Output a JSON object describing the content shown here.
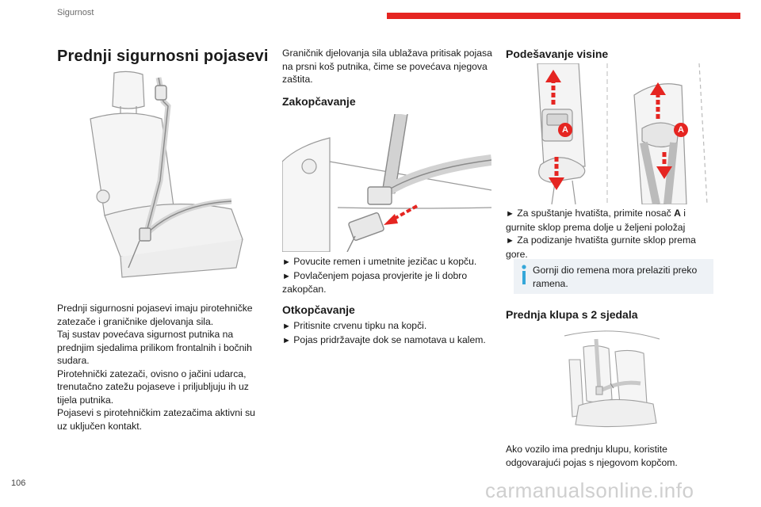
{
  "header": {
    "section": "Sigurnost"
  },
  "page_number": "106",
  "watermark": "carmanualsonline.info",
  "col1": {
    "title": "Prednji sigurnosni pojasevi",
    "body": [
      "Prednji sigurnosni pojasevi imaju pirotehničke zatezače i graničnike djelovanja sila.",
      "Taj sustav povećava sigurnost putnika na prednjim sjedalima prilikom frontalnih i bočnih sudara.",
      "Pirotehnički zatezači, ovisno o jačini udarca, trenutačno zatežu pojaseve i priljubljuju ih uz tijela putnika.",
      "Pojasevi s pirotehničkim zatezačima aktivni su uz uključen kontakt."
    ]
  },
  "col2": {
    "intro": "Graničnik djelovanja sila ublažava pritisak pojasa na prsni koš putnika, čime se povećava njegova zaštita.",
    "fastening": {
      "heading": "Zakopčavanje",
      "steps": [
        "Povucite remen i umetnite jezičac u kopču.",
        "Povlačenjem pojasa provjerite je li dobro zakopčan."
      ]
    },
    "unfastening": {
      "heading": "Otkopčavanje",
      "steps": [
        "Pritisnite crvenu tipku na kopči.",
        "Pojas pridržavajte dok se namotava u kalem."
      ]
    }
  },
  "col3": {
    "height": {
      "heading": "Podešavanje visine",
      "marker": "A",
      "step1_before": "Za spuštanje hvatišta, primite nosač ",
      "step1_bold": "A",
      "step1_after": " i gurnite sklop prema dolje u željeni položaj",
      "step2": "Za podizanje hvatišta gurnite sklop prema gore."
    },
    "info": "Gornji dio remena mora prelaziti preko ramena.",
    "bench": {
      "heading": "Prednja klupa s 2 sjedala",
      "body": "Ako vozilo ima prednju klupu, koristite odgovarajući pojas s njegovom kopčom."
    }
  },
  "step_marker": "►",
  "colors": {
    "accent": "#e52521",
    "info_bg": "#eef2f6",
    "info_icon": "#35a7d9"
  }
}
